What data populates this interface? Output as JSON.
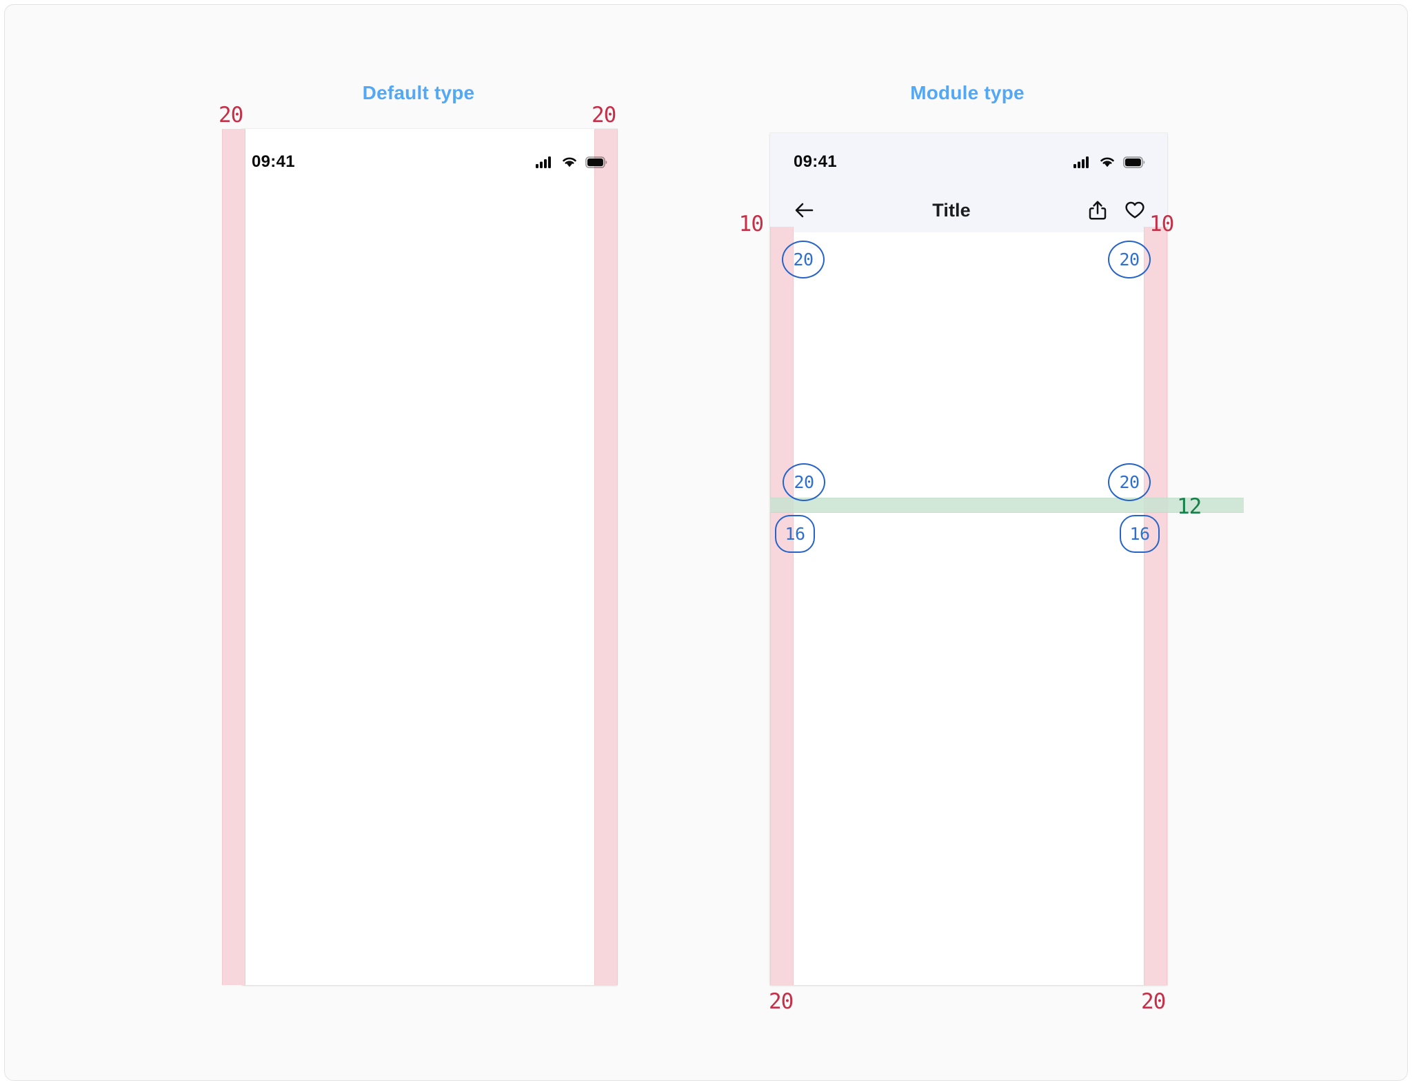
{
  "page": {
    "background": "#fafafa",
    "accent_caption": "#52a8f5",
    "accent_measure_red": "#c53048",
    "accent_measure_green": "#16814a",
    "accent_badge_blue": "#2563c9",
    "band_pink": "#f7d7db",
    "band_green": "#c9e3d2"
  },
  "panels": [
    {
      "caption": "Default type",
      "status_bar": {
        "time": "09:41",
        "icons": [
          "cellular-signal-icon",
          "wifi-icon",
          "battery-icon"
        ]
      },
      "measures": [
        {
          "label": "20",
          "position": "top-left"
        },
        {
          "label": "20",
          "position": "top-right"
        }
      ],
      "badges": []
    },
    {
      "caption": "Module type",
      "status_bar": {
        "time": "09:41",
        "icons": [
          "cellular-signal-icon",
          "wifi-icon",
          "battery-icon"
        ]
      },
      "nav_bar": {
        "back_icon": "arrow-left-icon",
        "title": "Title",
        "actions": [
          "share-icon",
          "heart-icon"
        ]
      },
      "measures": [
        {
          "label": "10",
          "position": "header-bottom-left"
        },
        {
          "label": "10",
          "position": "header-bottom-right"
        },
        {
          "label": "20",
          "position": "bottom-left"
        },
        {
          "label": "20",
          "position": "bottom-right"
        },
        {
          "label": "12",
          "position": "divider-right",
          "color": "green"
        }
      ],
      "badges": [
        {
          "label": "20",
          "shape": "ellipse",
          "position": "module1-top-left"
        },
        {
          "label": "20",
          "shape": "ellipse",
          "position": "module1-top-right"
        },
        {
          "label": "20",
          "shape": "ellipse",
          "position": "module1-bottom-left"
        },
        {
          "label": "20",
          "shape": "ellipse",
          "position": "module1-bottom-right"
        },
        {
          "label": "16",
          "shape": "squircle",
          "position": "module2-top-left"
        },
        {
          "label": "16",
          "shape": "squircle",
          "position": "module2-top-right"
        }
      ]
    }
  ]
}
